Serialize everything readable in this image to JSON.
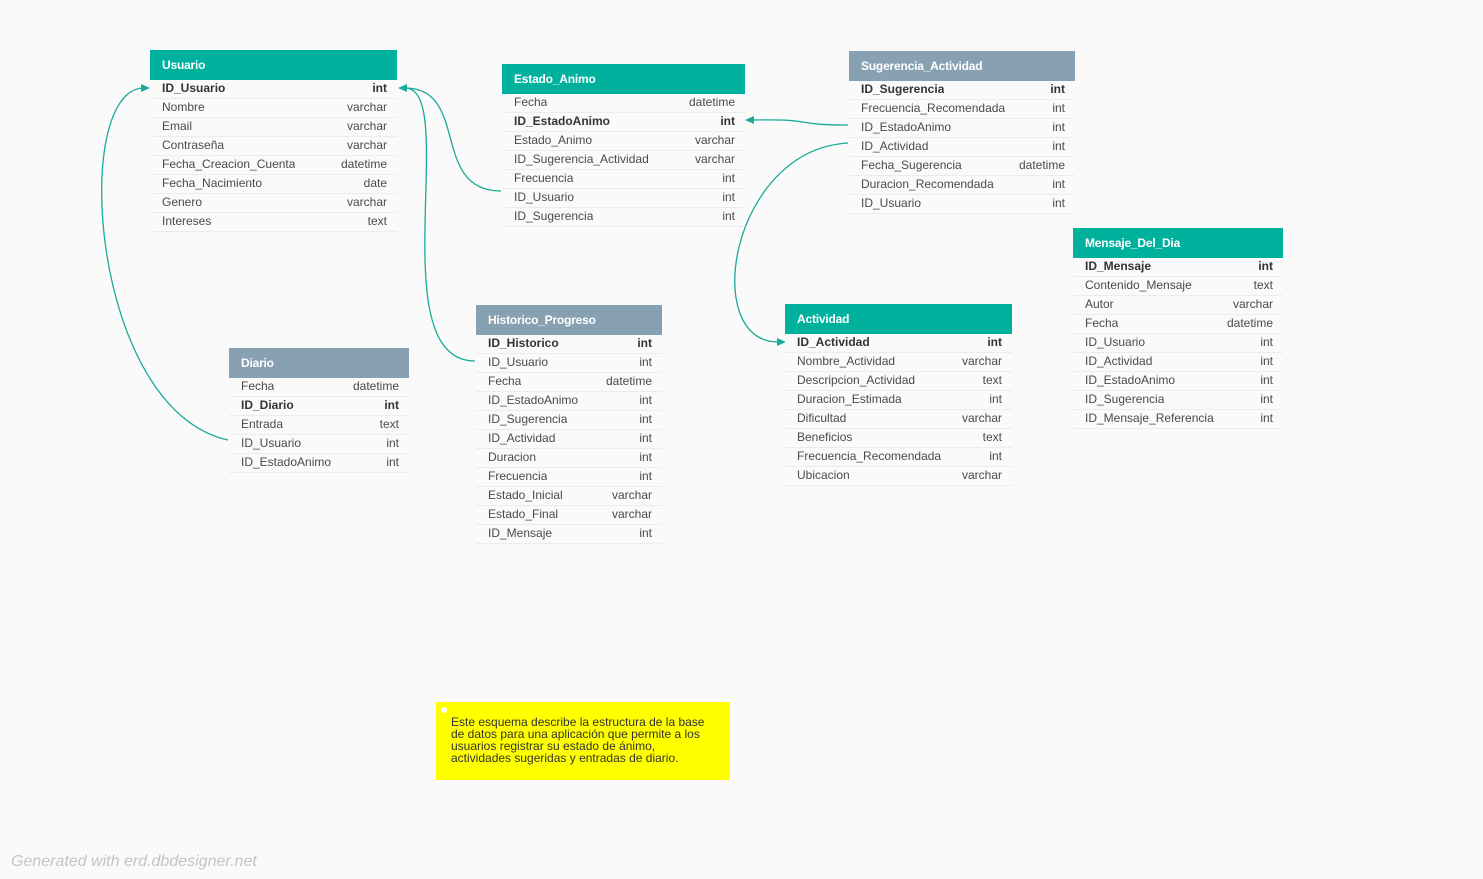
{
  "colors": {
    "teal_header": "#00b29d",
    "gray_header": "#87a0b2",
    "relation_line": "#19aa98",
    "note_background": "#ffff00"
  },
  "tables": [
    {
      "name": "Usuario",
      "header_color": "teal",
      "columns": [
        {
          "name": "ID_Usuario",
          "type": "int",
          "pk": true
        },
        {
          "name": "Nombre",
          "type": "varchar"
        },
        {
          "name": "Email",
          "type": "varchar"
        },
        {
          "name": "Contraseña",
          "type": "varchar"
        },
        {
          "name": "Fecha_Creacion_Cuenta",
          "type": "datetime"
        },
        {
          "name": "Fecha_Nacimiento",
          "type": "date"
        },
        {
          "name": "Genero",
          "type": "varchar"
        },
        {
          "name": "Intereses",
          "type": "text"
        }
      ]
    },
    {
      "name": "Estado_Animo",
      "header_color": "teal",
      "columns": [
        {
          "name": "Fecha",
          "type": "datetime"
        },
        {
          "name": "ID_EstadoAnimo",
          "type": "int",
          "pk": true
        },
        {
          "name": "Estado_Animo",
          "type": "varchar"
        },
        {
          "name": "ID_Sugerencia_Actividad",
          "type": "varchar"
        },
        {
          "name": "Frecuencia",
          "type": "int"
        },
        {
          "name": "ID_Usuario",
          "type": "int"
        },
        {
          "name": "ID_Sugerencia",
          "type": "int"
        }
      ]
    },
    {
      "name": "Sugerencia_Actividad",
      "header_color": "gray",
      "columns": [
        {
          "name": "ID_Sugerencia",
          "type": "int",
          "pk": true
        },
        {
          "name": "Frecuencia_Recomendada",
          "type": "int"
        },
        {
          "name": "ID_EstadoAnimo",
          "type": "int"
        },
        {
          "name": "ID_Actividad",
          "type": "int"
        },
        {
          "name": "Fecha_Sugerencia",
          "type": "datetime"
        },
        {
          "name": "Duracion_Recomendada",
          "type": "int"
        },
        {
          "name": "ID_Usuario",
          "type": "int"
        }
      ]
    },
    {
      "name": "Mensaje_Del_Dia",
      "header_color": "teal",
      "columns": [
        {
          "name": "ID_Mensaje",
          "type": "int",
          "pk": true
        },
        {
          "name": "Contenido_Mensaje",
          "type": "text"
        },
        {
          "name": "Autor",
          "type": "varchar"
        },
        {
          "name": "Fecha",
          "type": "datetime"
        },
        {
          "name": "ID_Usuario",
          "type": "int"
        },
        {
          "name": "ID_Actividad",
          "type": "int"
        },
        {
          "name": "ID_EstadoAnimo",
          "type": "int"
        },
        {
          "name": "ID_Sugerencia",
          "type": "int"
        },
        {
          "name": "ID_Mensaje_Referencia",
          "type": "int"
        }
      ]
    },
    {
      "name": "Historico_Progreso",
      "header_color": "gray",
      "columns": [
        {
          "name": "ID_Historico",
          "type": "int",
          "pk": true
        },
        {
          "name": "ID_Usuario",
          "type": "int"
        },
        {
          "name": "Fecha",
          "type": "datetime"
        },
        {
          "name": "ID_EstadoAnimo",
          "type": "int"
        },
        {
          "name": "ID_Sugerencia",
          "type": "int"
        },
        {
          "name": "ID_Actividad",
          "type": "int"
        },
        {
          "name": "Duracion",
          "type": "int"
        },
        {
          "name": "Frecuencia",
          "type": "int"
        },
        {
          "name": "Estado_Inicial",
          "type": "varchar"
        },
        {
          "name": "Estado_Final",
          "type": "varchar"
        },
        {
          "name": "ID_Mensaje",
          "type": "int"
        }
      ]
    },
    {
      "name": "Actividad",
      "header_color": "teal",
      "columns": [
        {
          "name": "ID_Actividad",
          "type": "int",
          "pk": true
        },
        {
          "name": "Nombre_Actividad",
          "type": "varchar"
        },
        {
          "name": "Descripcion_Actividad",
          "type": "text"
        },
        {
          "name": "Duracion_Estimada",
          "type": "int"
        },
        {
          "name": "Dificultad",
          "type": "varchar"
        },
        {
          "name": "Beneficios",
          "type": "text"
        },
        {
          "name": "Frecuencia_Recomendada",
          "type": "int"
        },
        {
          "name": "Ubicacion",
          "type": "varchar"
        }
      ]
    },
    {
      "name": "Diario",
      "header_color": "gray",
      "columns": [
        {
          "name": "Fecha",
          "type": "datetime"
        },
        {
          "name": "ID_Diario",
          "type": "int",
          "pk": true
        },
        {
          "name": "Entrada",
          "type": "text"
        },
        {
          "name": "ID_Usuario",
          "type": "int"
        },
        {
          "name": "ID_EstadoAnimo",
          "type": "int"
        }
      ]
    }
  ],
  "relationships": [
    {
      "from": "Estado_Animo.ID_Usuario",
      "to": "Usuario.ID_Usuario"
    },
    {
      "from": "Historico_Progreso.ID_Usuario",
      "to": "Usuario.ID_Usuario"
    },
    {
      "from": "Diario.ID_Usuario",
      "to": "Usuario.ID_Usuario"
    },
    {
      "from": "Sugerencia_Actividad.ID_EstadoAnimo",
      "to": "Estado_Animo.ID_EstadoAnimo"
    },
    {
      "from": "Sugerencia_Actividad.ID_Actividad",
      "to": "Actividad.ID_Actividad"
    }
  ],
  "note": {
    "text": "Este esquema describe la estructura de la base de datos para una aplicación que permite a los usuarios registrar su estado de ánimo, actividades sugeridas y entradas de diario."
  },
  "footer": "Generated with erd.dbdesigner.net"
}
